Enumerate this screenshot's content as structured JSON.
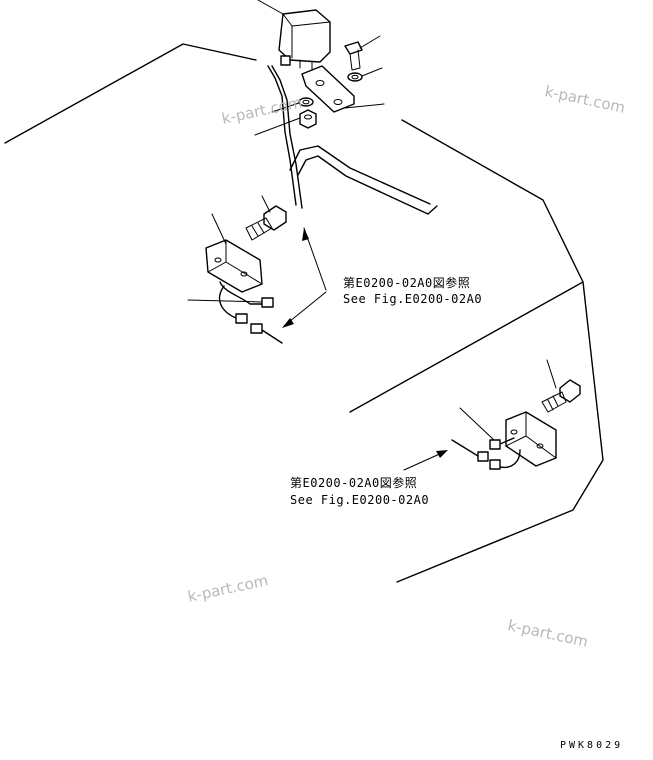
{
  "references": [
    {
      "jp": "第E0200-02A0図参照",
      "en": "See Fig.E0200-02A0"
    },
    {
      "jp": "第E0200-02A0図参照",
      "en": "See Fig.E0200-02A0"
    }
  ],
  "watermarks": [
    "k-part.com",
    "k-part.com",
    "k-part.com",
    "k-part.com"
  ],
  "drawing_code": "PWK8029"
}
